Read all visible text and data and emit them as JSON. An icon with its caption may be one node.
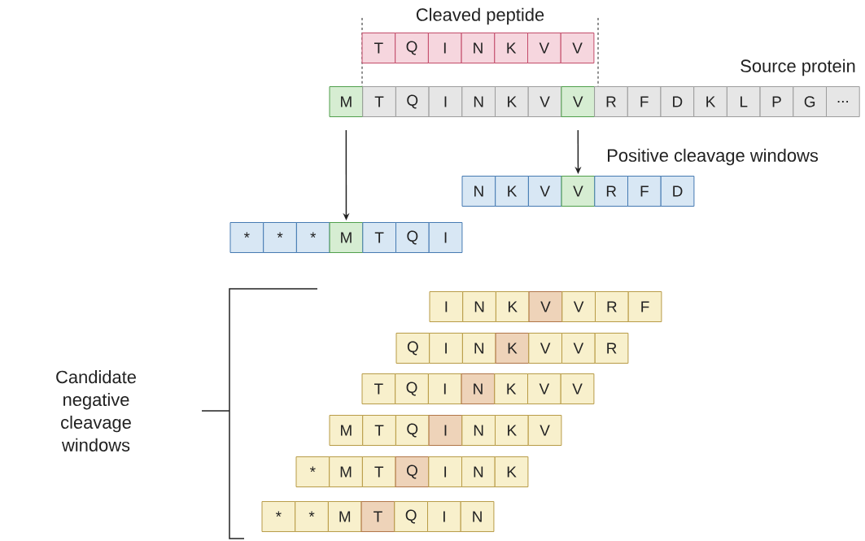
{
  "diagram": {
    "nodes": [
      {
        "text": [
          "T"
        ]
      },
      {
        "text": [
          "Q"
        ]
      },
      {
        "text": [
          "I"
        ]
      },
      {
        "text": [
          "N"
        ]
      },
      {
        "text": [
          "K"
        ]
      },
      {
        "text": [
          "V"
        ]
      },
      {
        "text": [
          "V"
        ]
      },
      {
        "text": [
          "M"
        ]
      },
      {
        "text": [
          "T"
        ]
      },
      {
        "text": [
          "Q"
        ]
      },
      {
        "text": [
          "I"
        ]
      },
      {
        "text": [
          "N"
        ]
      },
      {
        "text": [
          "K"
        ]
      },
      {
        "text": [
          "V"
        ]
      },
      {
        "text": [
          "V"
        ]
      },
      {
        "text": [
          "R"
        ]
      },
      {
        "text": [
          "F"
        ]
      },
      {
        "text": [
          "D"
        ]
      },
      {
        "text": [
          "K"
        ]
      },
      {
        "text": [
          "L"
        ]
      },
      {
        "text": [
          "P"
        ]
      },
      {
        "text": [
          "G"
        ]
      },
      {
        "text": [
          "..."
        ]
      },
      {
        "text": [
          "N"
        ]
      },
      {
        "text": [
          "K"
        ]
      },
      {
        "text": [
          "V"
        ]
      },
      {
        "text": [
          "V"
        ]
      },
      {
        "text": [
          "R"
        ]
      },
      {
        "text": [
          "F"
        ]
      },
      {
        "text": [
          "D"
        ]
      },
      {
        "text": [
          "*"
        ]
      },
      {
        "text": [
          "*"
        ]
      },
      {
        "text": [
          "*"
        ]
      },
      {
        "text": [
          "M"
        ]
      },
      {
        "text": [
          "T"
        ]
      },
      {
        "text": [
          "Q"
        ]
      },
      {
        "text": [
          "I"
        ]
      },
      {
        "text": [
          "I"
        ]
      },
      {
        "text": [
          "N"
        ]
      },
      {
        "text": [
          "K"
        ]
      },
      {
        "text": [
          "V"
        ]
      },
      {
        "text": [
          "V"
        ]
      },
      {
        "text": [
          "R"
        ]
      },
      {
        "text": [
          "F"
        ]
      },
      {
        "text": [
          "Q"
        ]
      },
      {
        "text": [
          "I"
        ]
      },
      {
        "text": [
          "N"
        ]
      },
      {
        "text": [
          "K"
        ]
      },
      {
        "text": [
          "V"
        ]
      },
      {
        "text": [
          "V"
        ]
      },
      {
        "text": [
          "R"
        ]
      },
      {
        "text": [
          "T"
        ]
      },
      {
        "text": [
          "Q"
        ]
      },
      {
        "text": [
          "I"
        ]
      },
      {
        "text": [
          "N"
        ]
      },
      {
        "text": [
          "K"
        ]
      },
      {
        "text": [
          "V"
        ]
      },
      {
        "text": [
          "V"
        ]
      },
      {
        "text": [
          "M"
        ]
      },
      {
        "text": [
          "T"
        ]
      },
      {
        "text": [
          "Q"
        ]
      },
      {
        "text": [
          "I"
        ]
      },
      {
        "text": [
          "N"
        ]
      },
      {
        "text": [
          "K"
        ]
      },
      {
        "text": [
          "V"
        ]
      },
      {
        "text": [
          "*"
        ]
      },
      {
        "text": [
          "M"
        ]
      },
      {
        "text": [
          "T"
        ]
      },
      {
        "text": [
          "Q"
        ]
      },
      {
        "text": [
          "I"
        ]
      },
      {
        "text": [
          "N"
        ]
      },
      {
        "text": [
          "K"
        ]
      },
      {
        "text": [
          "*"
        ]
      },
      {
        "text": [
          "*"
        ]
      },
      {
        "text": [
          "M"
        ]
      },
      {
        "text": [
          "T"
        ]
      },
      {
        "text": [
          "Q"
        ]
      },
      {
        "text": [
          "I"
        ]
      },
      {
        "text": [
          "N"
        ]
      }
    ],
    "edges": [
      {
        "from": 7,
        "to": 33,
        "arrow": "to"
      },
      {
        "from": 14,
        "to": 26,
        "arrow": "to"
      }
    ],
    "labels": [
      "Cleaved peptide",
      "Source protein",
      "Positive cleavage windows",
      "Candidate negative cleavage windows"
    ]
  }
}
